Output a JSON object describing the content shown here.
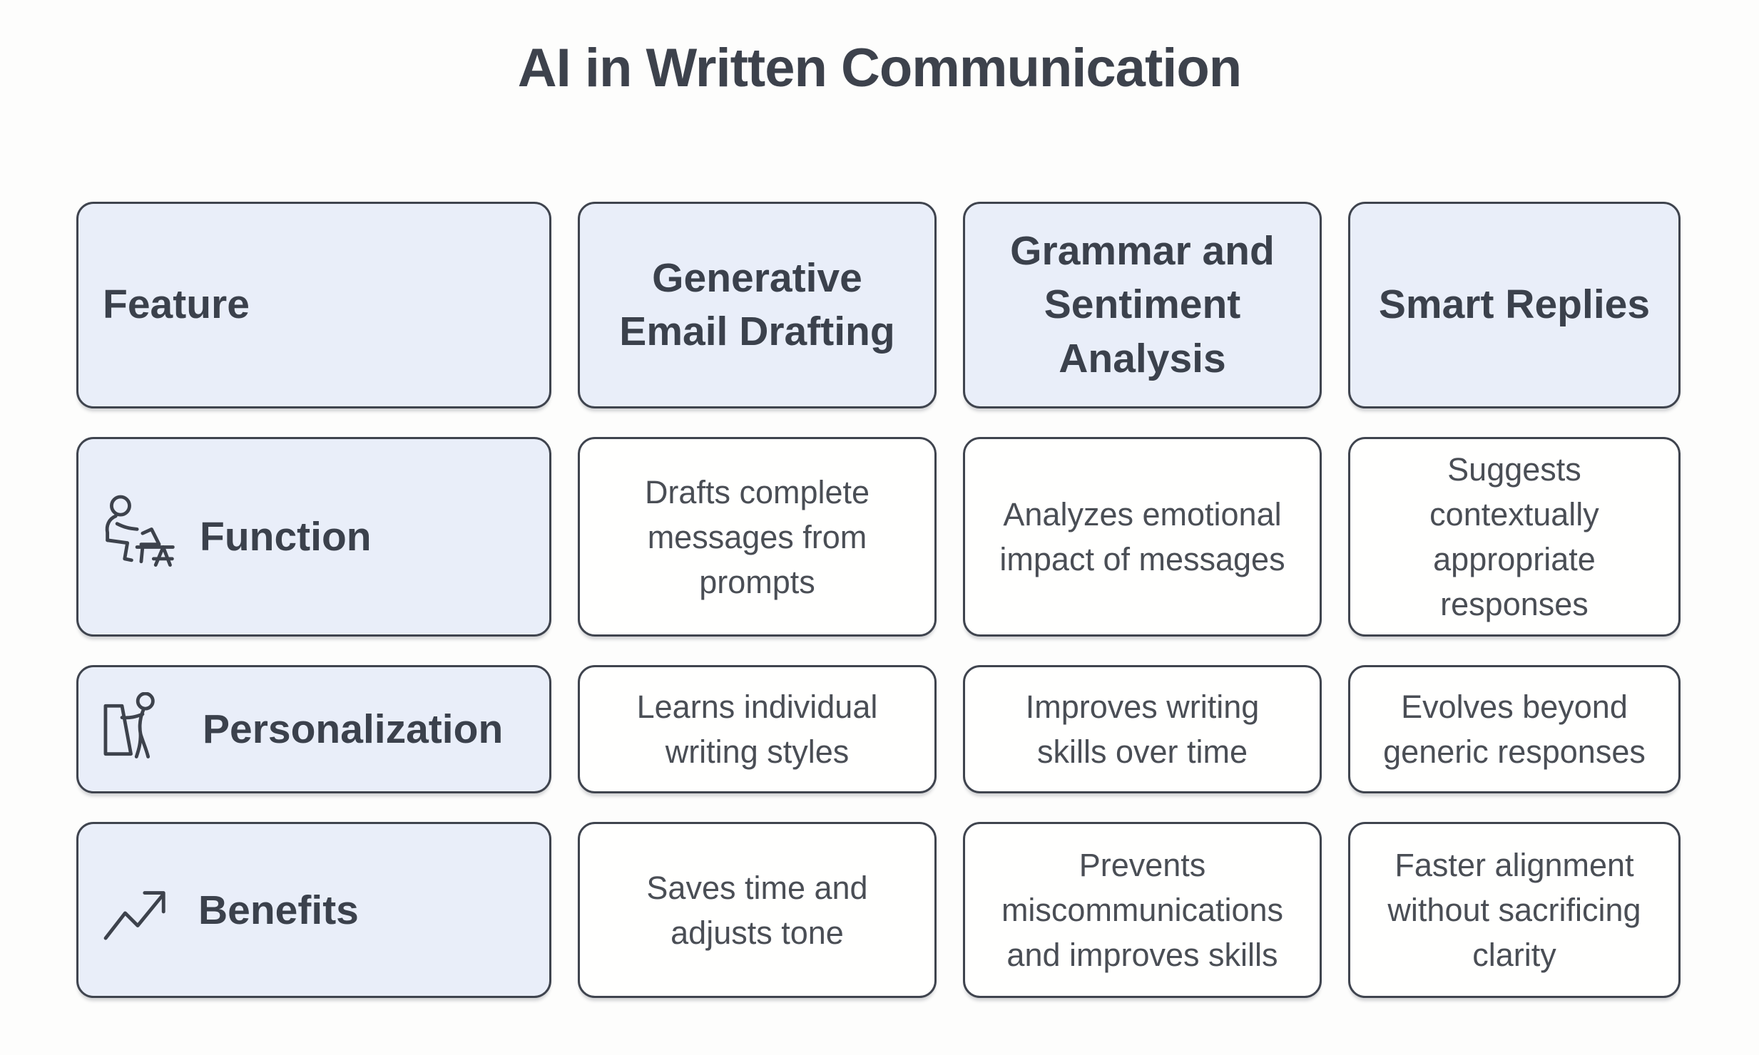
{
  "title": "AI in Written Communication",
  "colors": {
    "page_background": "#fdfdfc",
    "card_blue_background": "#e9eef9",
    "card_white_background": "#fffffe",
    "card_border": "#3f444e",
    "heading_text": "#3b414c",
    "body_text": "#4a4e55"
  },
  "table": {
    "columns": [
      {
        "label": "Feature"
      },
      {
        "label": "Generative\nEmail Drafting"
      },
      {
        "label": "Grammar and\nSentiment\nAnalysis"
      },
      {
        "label": "Smart Replies"
      }
    ],
    "rows": [
      {
        "label": "Function",
        "icon": "person-at-desk-icon",
        "cells": [
          "Drafts complete\nmessages from\nprompts",
          "Analyzes emotional\nimpact of messages",
          "Suggests\ncontextually\nappropriate\nresponses"
        ]
      },
      {
        "label": "Personalization",
        "icon": "person-presenting-icon",
        "cells": [
          "Learns individual\nwriting styles",
          "Improves writing\nskills over time",
          "Evolves beyond\ngeneric responses"
        ]
      },
      {
        "label": "Benefits",
        "icon": "trend-up-icon",
        "cells": [
          "Saves time and\nadjusts tone",
          "Prevents\nmiscommunications\nand improves skills",
          "Faster alignment\nwithout sacrificing\nclarity"
        ]
      }
    ]
  }
}
